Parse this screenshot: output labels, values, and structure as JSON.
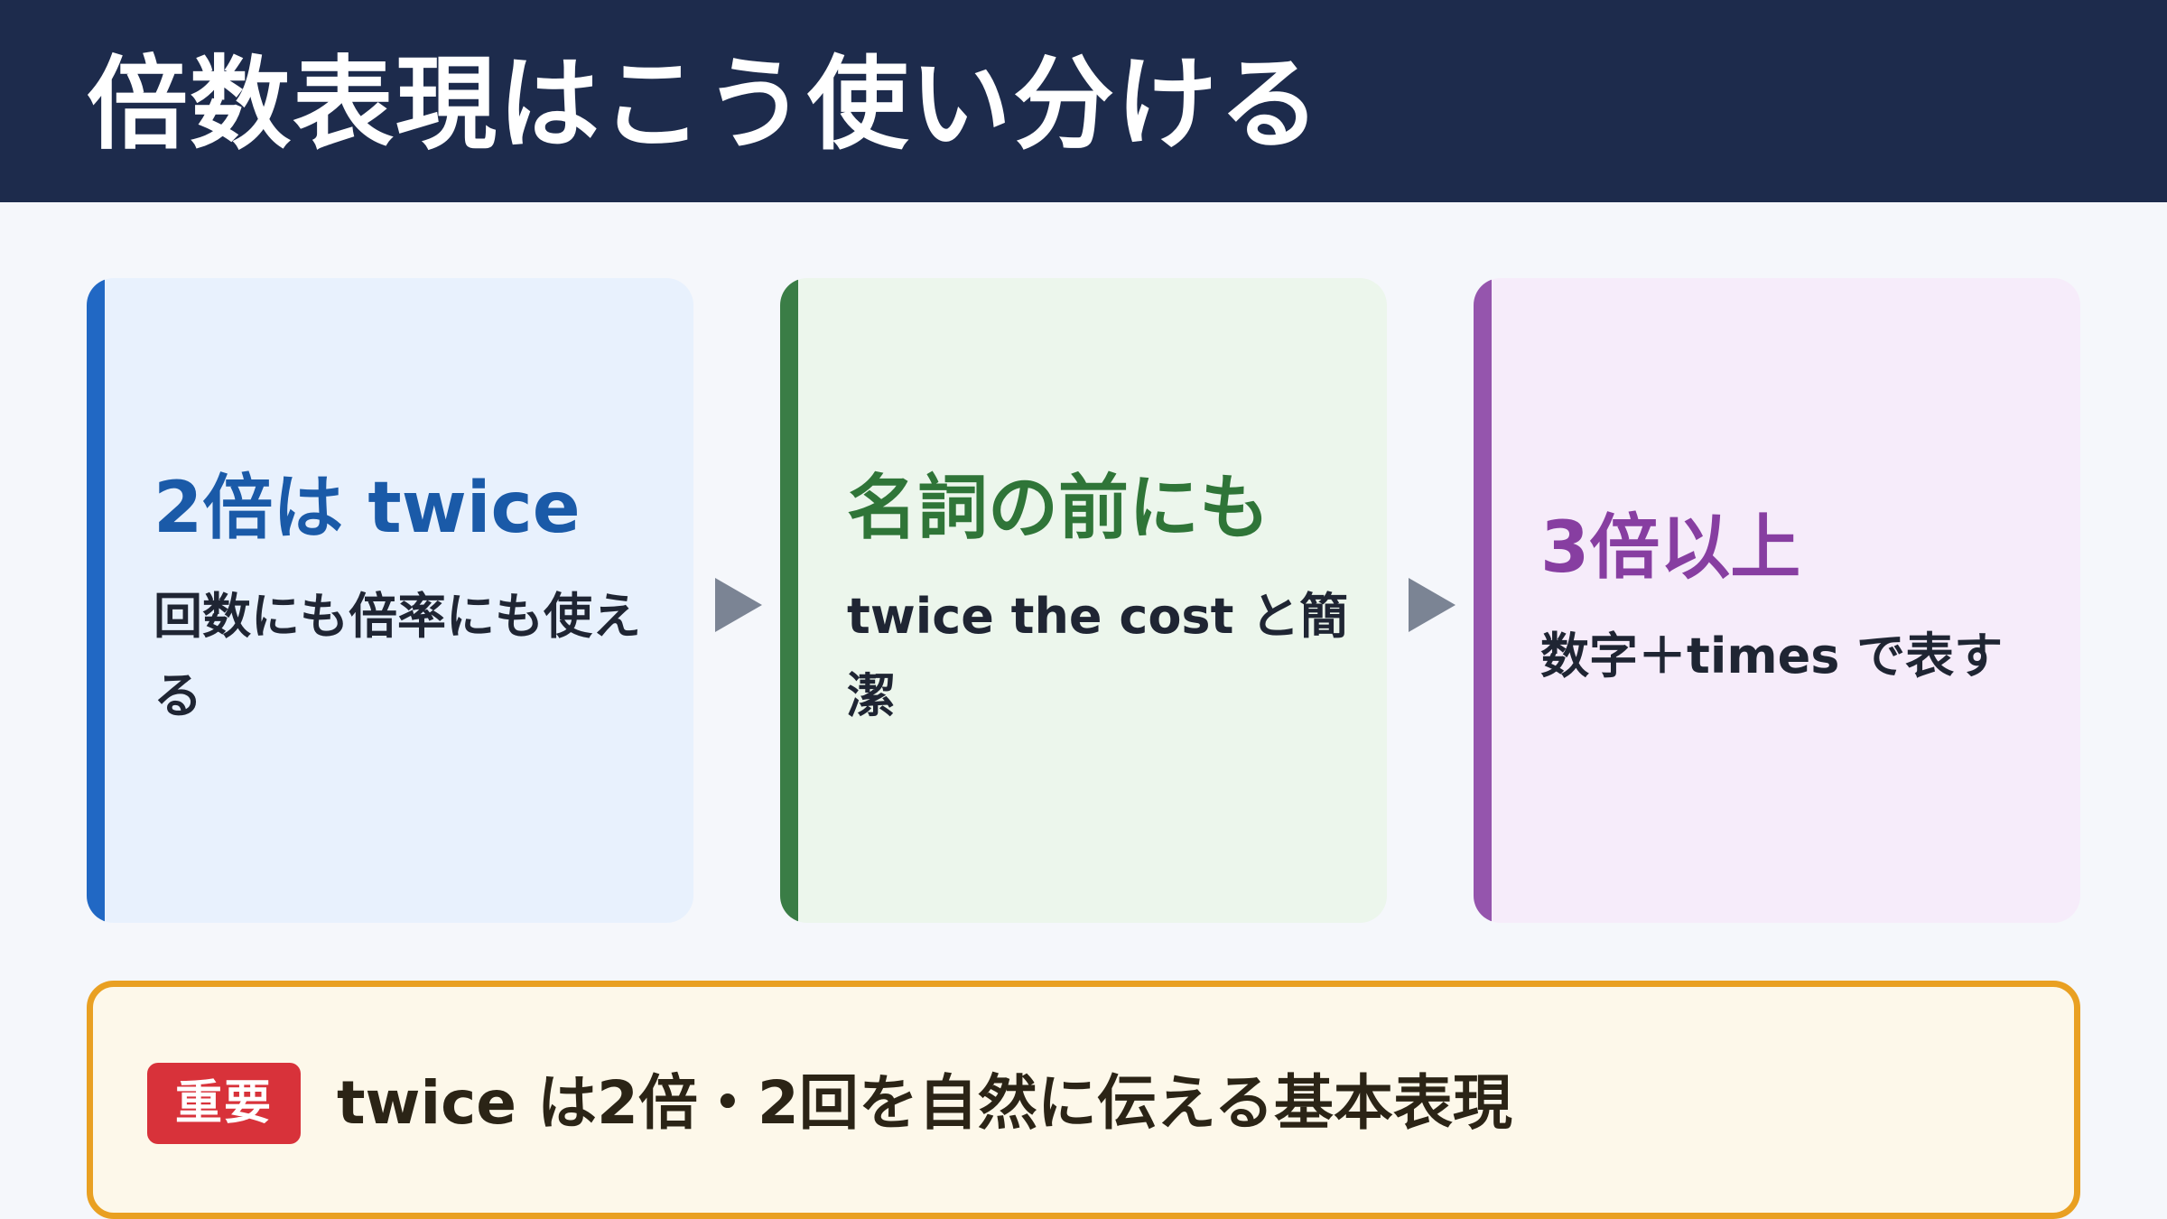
{
  "header": {
    "title": "倍数表現はこう使い分ける"
  },
  "cards": [
    {
      "title": "2倍は twice",
      "text": "回数にも倍率にも使える"
    },
    {
      "title": "名詞の前にも",
      "text": "twice the cost と簡潔"
    },
    {
      "title": "3倍以上",
      "text": "数字＋times で表す"
    }
  ],
  "note": {
    "badge": "重要",
    "text": "twice は2倍・2回を自然に伝える基本表現"
  },
  "colors": {
    "header_bg": "#1d2b4c",
    "card_blue": "#2168c4",
    "card_green": "#3a7d46",
    "card_purple": "#9555ad",
    "note_border": "#e9a022",
    "badge_bg": "#d8323a"
  },
  "icons": [
    "arrow-right-icon",
    "arrow-right-icon"
  ]
}
